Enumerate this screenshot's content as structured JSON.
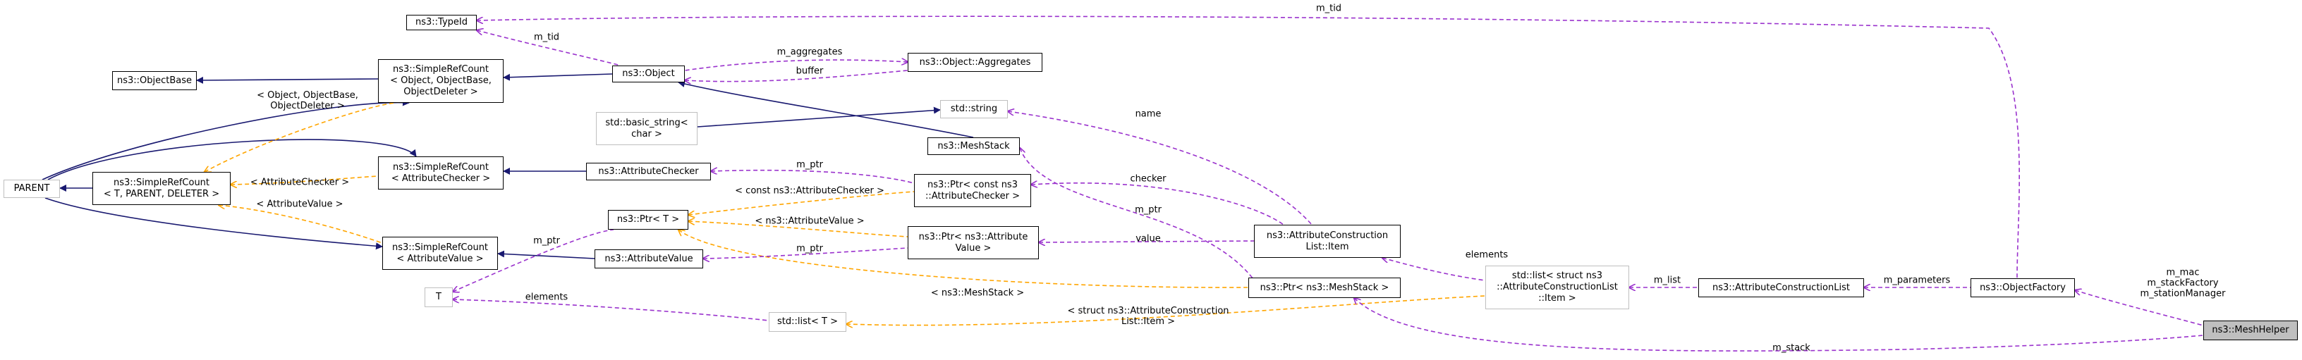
{
  "diagram": {
    "colors": {
      "inheritance": "#191970",
      "usage": "#9a32cd",
      "template": "#ffa500",
      "ghost_border": "#bfbfbf",
      "highlight": "#bfbfbf"
    },
    "nodes": {
      "typeid": "ns3::TypeId",
      "objectbase": "ns3::ObjectBase",
      "simplerefcount_object": "ns3::SimpleRefCount\n< Object, ObjectBase,\nObjectDeleter >",
      "object": "ns3::Object",
      "aggregates": "ns3::Object::Aggregates",
      "basic_string": "std::basic_string<\nchar >",
      "std_string": "std::string",
      "meshstack": "ns3::MeshStack",
      "parent": "PARENT",
      "simplerefcount_t": "ns3::SimpleRefCount\n< T, PARENT, DELETER >",
      "simplerefcount_attrchecker": "ns3::SimpleRefCount\n< AttributeChecker >",
      "attributechecker": "ns3::AttributeChecker",
      "ptr_const_attrchecker": "ns3::Ptr< const ns3\n::AttributeChecker >",
      "ptr_t": "ns3::Ptr< T >",
      "ptr_attrvalue": "ns3::Ptr< ns3::Attribute\nValue >",
      "simplerefcount_attrvalue": "ns3::SimpleRefCount\n< AttributeValue >",
      "attributevalue": "ns3::AttributeValue",
      "t": "T",
      "std_list_t": "std::list< T >",
      "attrconstlist_item": "ns3::AttributeConstruction\nList::Item",
      "ptr_meshstack": "ns3::Ptr< ns3::MeshStack >",
      "std_list_item": "std::list< struct ns3\n::AttributeConstructionList\n::Item >",
      "attrconstlist": "ns3::AttributeConstructionList",
      "objectfactory": "ns3::ObjectFactory",
      "meshhelper": "ns3::MeshHelper"
    },
    "edge_labels": {
      "m_tid_top": "m_tid",
      "m_tid_object": "m_tid",
      "m_aggregates": "m_aggregates",
      "buffer": "buffer",
      "tmpl_object": "< Object, ObjectBase,\nObjectDeleter >",
      "tmpl_attrchecker": "< AttributeChecker >",
      "tmpl_attrvalue": "< AttributeValue >",
      "name": "name",
      "m_ptr_checker": "m_ptr",
      "checker": "checker",
      "tmpl_const_attrchecker": "< const ns3::AttributeChecker >",
      "tmpl_ns3_attrvalue": "< ns3::AttributeValue >",
      "m_ptr_meshstack": "m_ptr",
      "value": "value",
      "m_ptr_t": "m_ptr",
      "m_ptr_value": "m_ptr",
      "elements_item": "elements",
      "elements_t": "elements",
      "tmpl_meshstack": "< ns3::MeshStack >",
      "m_list": "m_list",
      "m_parameters": "m_parameters",
      "tmpl_item": "< struct ns3::AttributeConstruction\nList::Item >",
      "helper_members": "m_mac\nm_stackFactory\nm_stationManager",
      "m_stack": "m_stack"
    }
  }
}
